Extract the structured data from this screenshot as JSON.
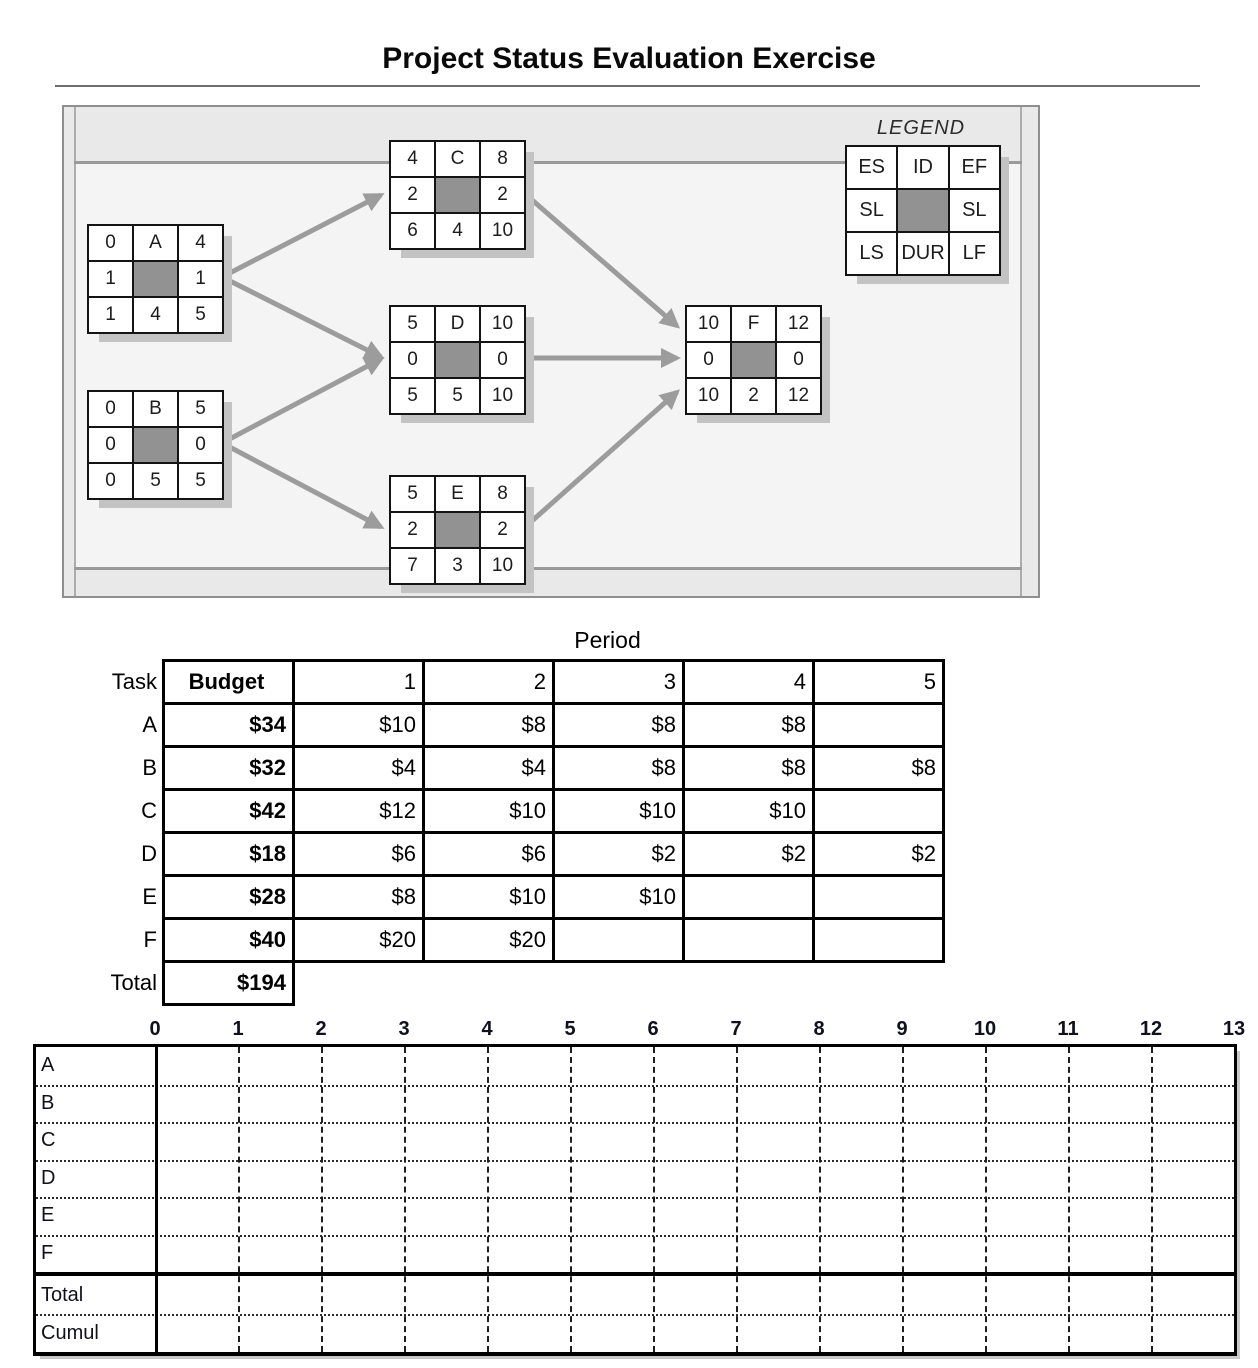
{
  "title": "Project Status Evaluation Exercise",
  "network": {
    "legend": {
      "title": "LEGEND",
      "cells": [
        [
          "ES",
          "ID",
          "EF"
        ],
        [
          "SL",
          "",
          "SL"
        ],
        [
          "LS",
          "DUR",
          "LF"
        ]
      ]
    },
    "nodes": [
      {
        "id": "A",
        "cells": [
          [
            "0",
            "A",
            "4"
          ],
          [
            "1",
            "",
            "1"
          ],
          [
            "1",
            "4",
            "5"
          ]
        ]
      },
      {
        "id": "B",
        "cells": [
          [
            "0",
            "B",
            "5"
          ],
          [
            "0",
            "",
            "0"
          ],
          [
            "0",
            "5",
            "5"
          ]
        ]
      },
      {
        "id": "C",
        "cells": [
          [
            "4",
            "C",
            "8"
          ],
          [
            "2",
            "",
            "2"
          ],
          [
            "6",
            "4",
            "10"
          ]
        ]
      },
      {
        "id": "D",
        "cells": [
          [
            "5",
            "D",
            "10"
          ],
          [
            "0",
            "",
            "0"
          ],
          [
            "5",
            "5",
            "10"
          ]
        ]
      },
      {
        "id": "E",
        "cells": [
          [
            "5",
            "E",
            "8"
          ],
          [
            "2",
            "",
            "2"
          ],
          [
            "7",
            "3",
            "10"
          ]
        ]
      },
      {
        "id": "F",
        "cells": [
          [
            "10",
            "F",
            "12"
          ],
          [
            "0",
            "",
            "0"
          ],
          [
            "10",
            "2",
            "12"
          ]
        ]
      }
    ],
    "edges": [
      [
        "A",
        "C"
      ],
      [
        "A",
        "D"
      ],
      [
        "B",
        "D"
      ],
      [
        "B",
        "E"
      ],
      [
        "C",
        "F"
      ],
      [
        "D",
        "F"
      ],
      [
        "E",
        "F"
      ]
    ]
  },
  "budget_table": {
    "period_header": "Period",
    "corner_label": "Task",
    "columns": [
      "Budget",
      "1",
      "2",
      "3",
      "4",
      "5"
    ],
    "rows": [
      {
        "task": "A",
        "budget": "$34",
        "periods": [
          "$10",
          "$8",
          "$8",
          "$8",
          ""
        ]
      },
      {
        "task": "B",
        "budget": "$32",
        "periods": [
          "$4",
          "$4",
          "$8",
          "$8",
          "$8"
        ]
      },
      {
        "task": "C",
        "budget": "$42",
        "periods": [
          "$12",
          "$10",
          "$10",
          "$10",
          ""
        ]
      },
      {
        "task": "D",
        "budget": "$18",
        "periods": [
          "$6",
          "$6",
          "$2",
          "$2",
          "$2"
        ]
      },
      {
        "task": "E",
        "budget": "$28",
        "periods": [
          "$8",
          "$10",
          "$10",
          "",
          ""
        ]
      },
      {
        "task": "F",
        "budget": "$40",
        "periods": [
          "$20",
          "$20",
          "",
          "",
          ""
        ]
      }
    ],
    "total_label": "Total",
    "total_value": "$194"
  },
  "gantt": {
    "tick_labels": [
      "0",
      "1",
      "2",
      "3",
      "4",
      "5",
      "6",
      "7",
      "8",
      "9",
      "10",
      "11",
      "12",
      "13"
    ],
    "task_rows": [
      "A",
      "B",
      "C",
      "D",
      "E",
      "F"
    ],
    "summary_rows": [
      "Total",
      "Cumul"
    ]
  },
  "colors": {
    "node_fill_gray": "#929292",
    "arrow_gray": "#9c9c9c",
    "panel_bg": "#e9e9e9",
    "panel_inner_bg": "#f4f4f4",
    "line_black": "#000000"
  }
}
